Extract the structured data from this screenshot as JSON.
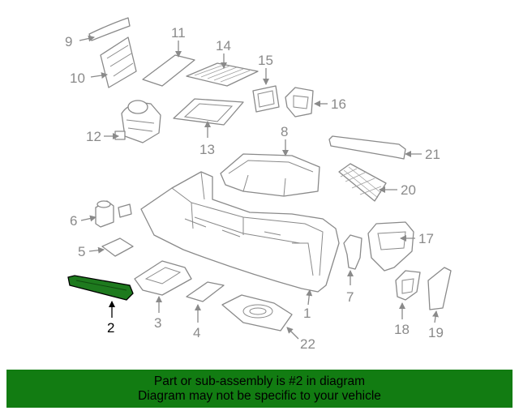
{
  "diagram": {
    "highlight_part": "2",
    "highlight_color": "#1e7a1e",
    "callouts": {
      "c1": "1",
      "c2": "2",
      "c3": "3",
      "c4": "4",
      "c5": "5",
      "c6": "6",
      "c7": "7",
      "c8": "8",
      "c9": "9",
      "c10": "10",
      "c11": "11",
      "c12": "12",
      "c13": "13",
      "c14": "14",
      "c15": "15",
      "c16": "16",
      "c17": "17",
      "c18": "18",
      "c19": "19",
      "c20": "20",
      "c21": "21",
      "c22": "22"
    }
  },
  "banner": {
    "line1": "Part or sub-assembly is #2 in diagram",
    "line2": "Diagram may not be specific to your vehicle",
    "background": "#127c12"
  }
}
